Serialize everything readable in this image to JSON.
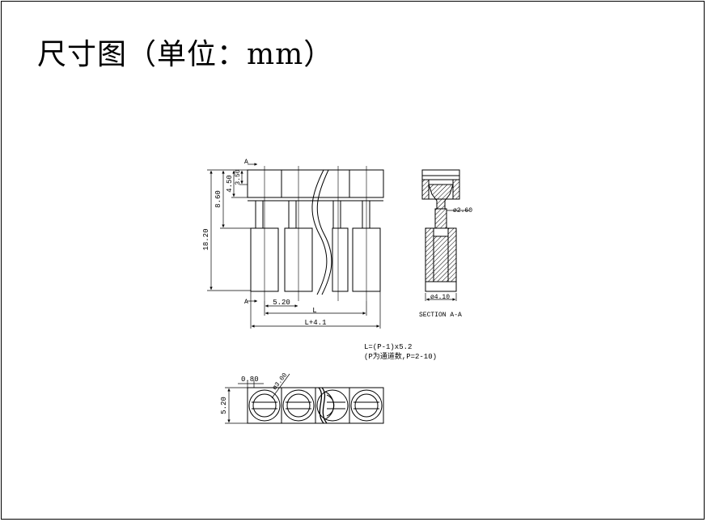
{
  "title": "尺寸图（单位：mm）",
  "dimensions": {
    "d_450": "4.50",
    "d_350": "3.50",
    "d_860": "8.60",
    "d_1820": "18.20",
    "d_520_front": "5.20",
    "d_L": "L",
    "d_L41": "L+4.1",
    "d_dia260": "ø2.60",
    "d_dia410": "ø4.10",
    "d_080": "0.80",
    "d_dia300": "ø3.00",
    "d_520_top": "5.20"
  },
  "labels": {
    "section_marker_top": "A",
    "section_marker_bottom": "A",
    "section_title": "SECTION A-A",
    "formula": "L=(P-1)x5.2",
    "formula_note": "(P为通道数,P=2-10)"
  },
  "colors": {
    "line": "#000000",
    "background": "#ffffff"
  }
}
